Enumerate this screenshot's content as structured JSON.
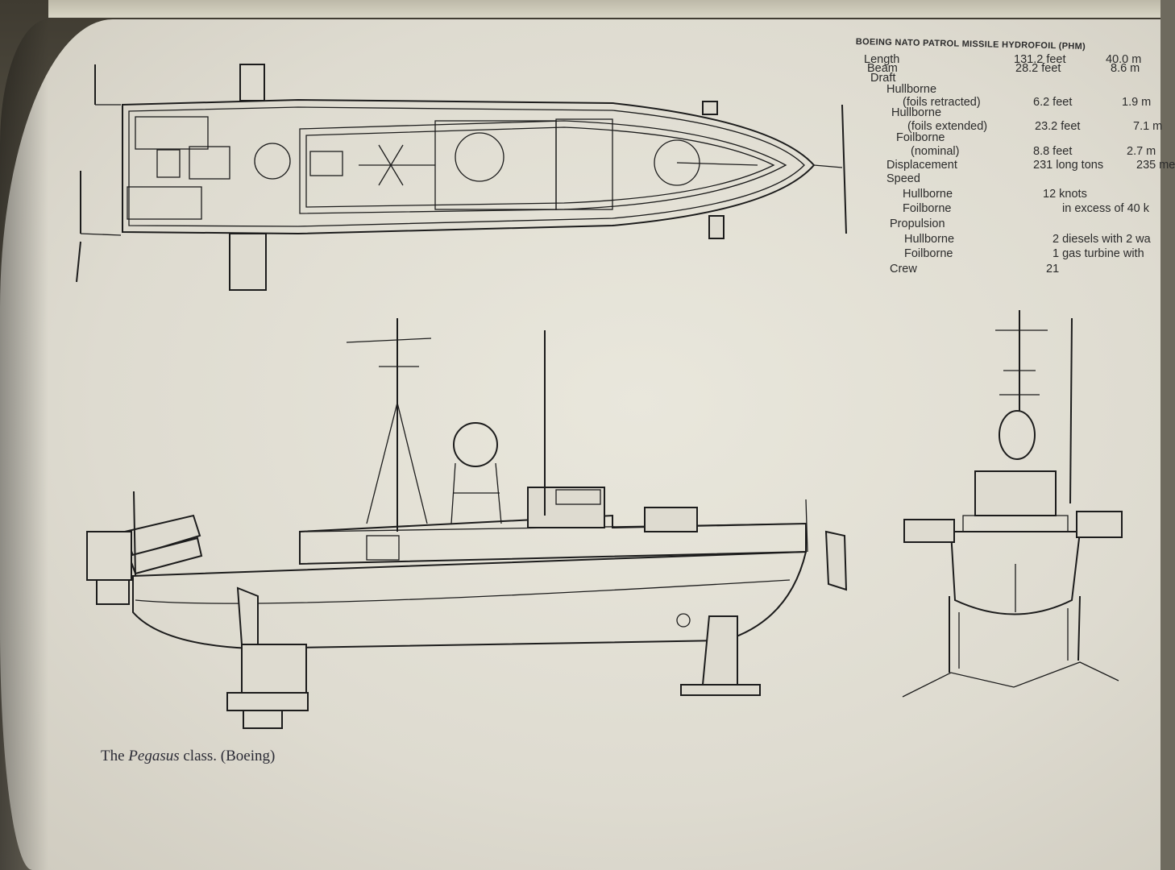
{
  "spec_table": {
    "title": "BOEING NATO PATROL MISSILE HYDROFOIL (PHM)",
    "rows": [
      {
        "label": "Length",
        "imperial": "131.2 feet",
        "metric": "40.0 m"
      },
      {
        "label": "Beam",
        "imperial": "28.2 feet",
        "metric": "8.6 m"
      },
      {
        "label": "Draft",
        "imperial": "",
        "metric": ""
      },
      {
        "label": "Hullborne",
        "imperial": "",
        "metric": ""
      },
      {
        "label": "(foils retracted)",
        "imperial": "6.2 feet",
        "metric": "1.9 m"
      },
      {
        "label": "Hullborne",
        "imperial": "",
        "metric": ""
      },
      {
        "label": "(foils extended)",
        "imperial": "23.2 feet",
        "metric": "7.1 m"
      },
      {
        "label": "Foilborne",
        "imperial": "",
        "metric": ""
      },
      {
        "label": "(nominal)",
        "imperial": "8.8 feet",
        "metric": "2.7 m"
      },
      {
        "label": "Displacement",
        "imperial": "231 long tons",
        "metric": "235 me"
      },
      {
        "label": "Speed",
        "imperial": "",
        "metric": ""
      },
      {
        "label": "Hullborne",
        "imperial": "12 knots",
        "metric": ""
      },
      {
        "label": "Foilborne",
        "imperial": "in excess of 40 k",
        "metric": ""
      },
      {
        "label": "Propulsion",
        "imperial": "",
        "metric": ""
      },
      {
        "label": "Hullborne",
        "imperial": "2 diesels with 2 wa",
        "metric": ""
      },
      {
        "label": "Foilborne",
        "imperial": "1 gas turbine with",
        "metric": ""
      },
      {
        "label": "Crew",
        "imperial": "21",
        "metric": ""
      }
    ]
  },
  "caption": {
    "prefix": "The ",
    "italic": "Pegasus",
    "suffix": " class. (Boeing)"
  }
}
